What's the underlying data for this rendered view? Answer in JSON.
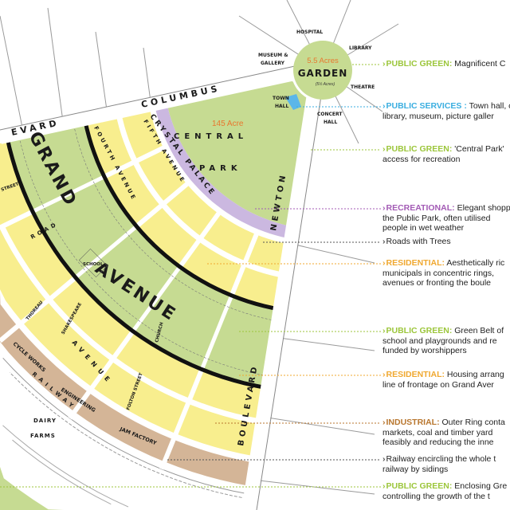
{
  "colors": {
    "public_green": "#9cc63b",
    "public_services": "#3aaee0",
    "recreational": "#a35bb5",
    "residential": "#f0a830",
    "industrial": "#b8762e",
    "neutral": "#555555",
    "park_fill": "#c6db92",
    "residential_fill": "#f8ee8e",
    "palace_fill": "#cbb8e0",
    "industrial_fill": "#d4b597",
    "town_hall_fill": "#5bb6e8",
    "acre_label": "#e8772e"
  },
  "map": {
    "garden": "GARDEN",
    "garden_acres": "5.5 Acres",
    "garden_sub": "(5½ Acres)",
    "hospital": "HOSPITAL",
    "library": "LIBRARY",
    "museum_1": "MUSEUM &",
    "museum_2": "GALLERY",
    "theatre": "THEATRE",
    "town_hall_1": "TOWN",
    "town_hall_2": "HALL",
    "concert_hall_1": "CONCERT",
    "concert_hall_2": "HALL",
    "park_acres": "145 Acre",
    "central": "CENTRAL",
    "park": "PARK",
    "crystal_palace": "CRYSTAL PALACE",
    "columbus": "COLUMBUS",
    "boulevard_left": "EVARD",
    "newton": "NEWTON",
    "boulevard_right": "BOULEVARD",
    "grand": "GRAND",
    "avenue": "AVENUE",
    "fifth_avenue": "FIFTH AVENUE",
    "fourth_avenue": "FOURTH AVENUE",
    "road": "ROAD",
    "school": "SCHOOL",
    "church": "CHURCH",
    "street_1": "STREET",
    "street_2": "SHAKESPEARE",
    "street_3": "FOLTON STREET",
    "street_4": "THOREAU",
    "cycle_works": "CYCLE WORKS",
    "engineering": "ENGINEERING",
    "jam_factory": "JAM FACTORY",
    "dairy": "DAIRY",
    "farms": "FARMS",
    "railway": "RAILWAY",
    "first_avenue": "AVENUE"
  },
  "annotations": [
    {
      "category": "PUBLIC GREEN:",
      "type": "public_green",
      "lines": [
        "Magnificent C"
      ]
    },
    {
      "category": "PUBLIC SERVICES :",
      "type": "public_services",
      "lines": [
        "Town hall, c",
        "library, museum, picture galler"
      ]
    },
    {
      "category": "PUBLIC GREEN:",
      "type": "public_green",
      "lines": [
        " 'Central Park'",
        "access for recreation"
      ]
    },
    {
      "category": "RECREATIONAL:",
      "type": "recreational",
      "lines": [
        "Elegant shopp",
        "the Public Park, often utilised",
        "people in wet weather"
      ]
    },
    {
      "category": "",
      "type": "neutral",
      "lines": [
        "Roads with Trees"
      ]
    },
    {
      "category": "RESIDENTIAL:",
      "type": "residential",
      "lines": [
        "Aesthetically ric",
        "municipals in concentric rings,",
        "avenues or fronting the boule"
      ]
    },
    {
      "category": "PUBLIC GREEN:",
      "type": "public_green",
      "lines": [
        "Green Belt of",
        "school and playgrounds and re",
        "funded by worshippers"
      ]
    },
    {
      "category": "RESIDENTIAL:",
      "type": "residential",
      "lines": [
        "Housing arrang",
        "line of frontage on Grand Aver"
      ]
    },
    {
      "category": "INDUSTRIAL:",
      "type": "industrial",
      "lines": [
        "Outer Ring conta",
        "markets, coal and timber yard",
        "feasibly and reducing the inne"
      ]
    },
    {
      "category": "",
      "type": "neutral",
      "lines": [
        "Railway encircling the whole t",
        "railway by sidings"
      ]
    },
    {
      "category": "PUBLIC GREEN:",
      "type": "public_green",
      "lines": [
        "Enclosing Gre",
        "controlling the growth of the t"
      ]
    }
  ]
}
